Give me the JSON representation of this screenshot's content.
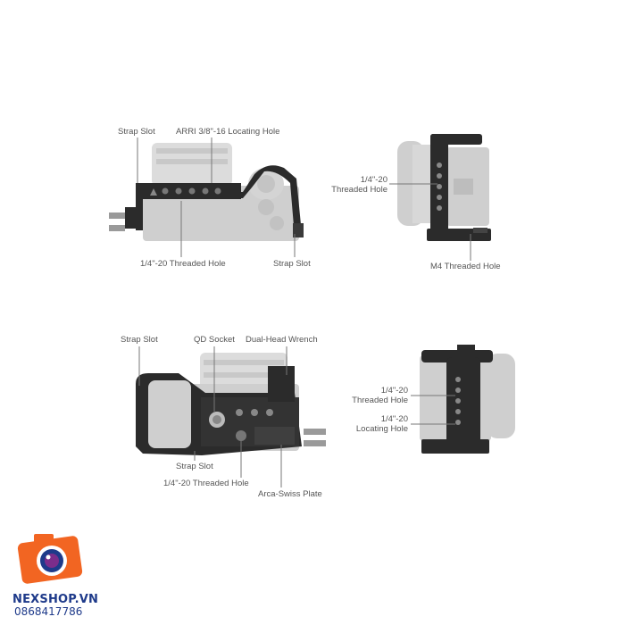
{
  "views": {
    "top": {
      "strap_slot_left": "Strap Slot",
      "arri_hole": "ARRI 3/8\"-16 Locating Hole",
      "threaded_hole": "1/4\"-20 Threaded Hole",
      "strap_slot_right": "Strap Slot"
    },
    "side_right": {
      "threaded_hole_line1": "1/4\"-20",
      "threaded_hole_line2": "Threaded Hole",
      "m4_hole": "M4 Threaded Hole"
    },
    "bottom": {
      "strap_slot_top": "Strap Slot",
      "qd_socket": "QD Socket",
      "wrench": "Dual-Head Wrench",
      "strap_slot_bottom": "Strap Slot",
      "threaded_hole": "1/4\"-20 Threaded Hole",
      "arca_plate": "Arca-Swiss Plate"
    },
    "side_left": {
      "threaded_hole_line1": "1/4\"-20",
      "threaded_hole_line2": "Threaded Hole",
      "locating_hole_line1": "1/4\"-20",
      "locating_hole_line2": "Locating Hole"
    }
  },
  "logo": {
    "name": "NEXSHOP.VN",
    "phone": "0868417786"
  },
  "colors": {
    "cage": "#2b2b2b",
    "camera": "#cfcfcf",
    "logo_orange": "#f26522",
    "logo_blue": "#1e3a8a"
  }
}
